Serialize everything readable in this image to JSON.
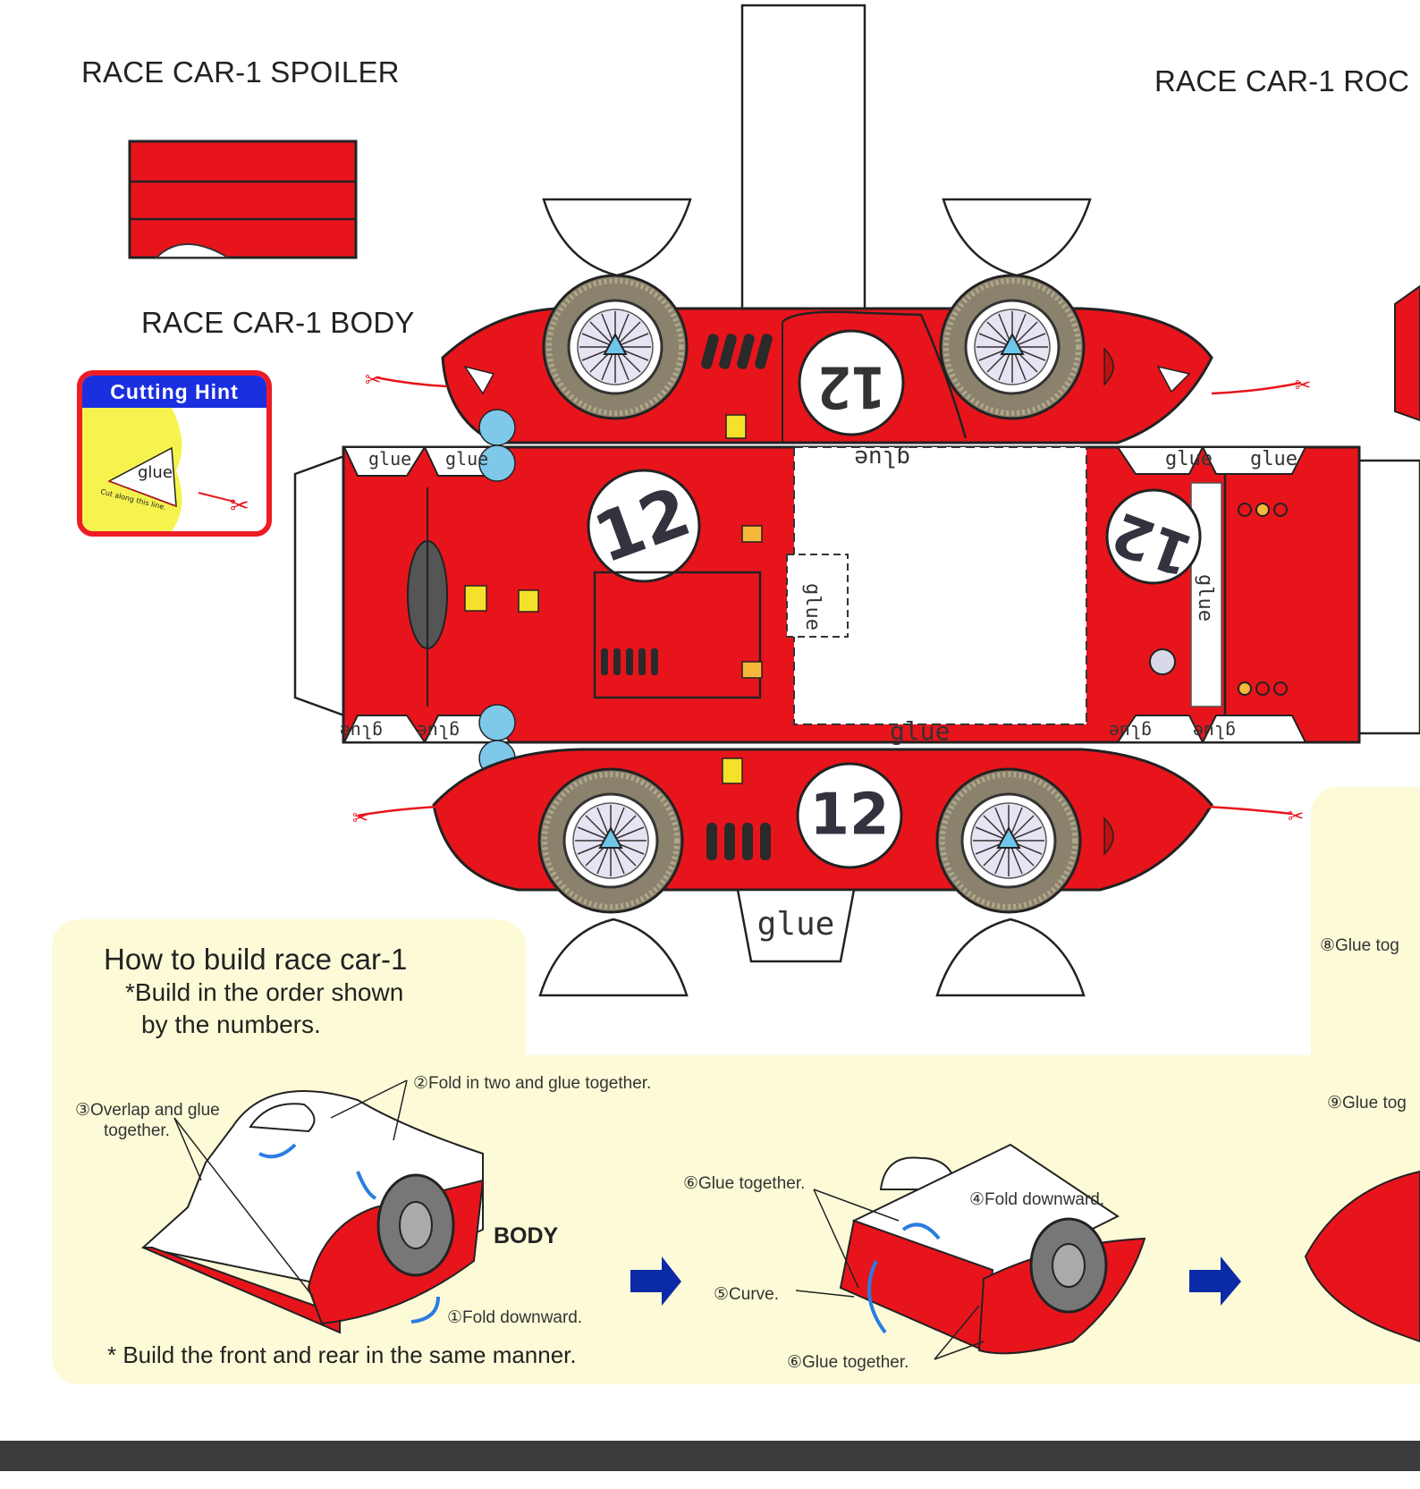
{
  "page": {
    "spoiler_title": "RACE CAR-1 SPOILER",
    "rocket_title": "RACE CAR-1 ROC",
    "body_title": "RACE CAR-1 BODY"
  },
  "hint": {
    "title": "Cutting Hint",
    "glue": "glue",
    "cut_line": "Cut along this line."
  },
  "parts": {
    "glue": "glue",
    "number": "12"
  },
  "instructions": {
    "title": "How to build race car-1",
    "sub1": "*Build in the order shown",
    "sub2": "by the numbers.",
    "step1": "①Fold downward.",
    "step2": "②Fold in two and glue together.",
    "step3a": "③Overlap and glue",
    "step3b": "together.",
    "step4": "④Fold downward.",
    "step5": "⑤Curve.",
    "step6a": "⑥Glue together.",
    "step6b": "⑥Glue together.",
    "step8": "⑧Glue tog",
    "step9": "⑨Glue tog",
    "body_label": "BODY",
    "footnote": "* Build the front and rear in the same manner."
  },
  "colors": {
    "red": "#e8141c",
    "cream": "#fdfbd7",
    "arrow_blue": "#0a2aa8",
    "hint_blue": "#1a2fe0",
    "footer": "#3b3b3d"
  }
}
